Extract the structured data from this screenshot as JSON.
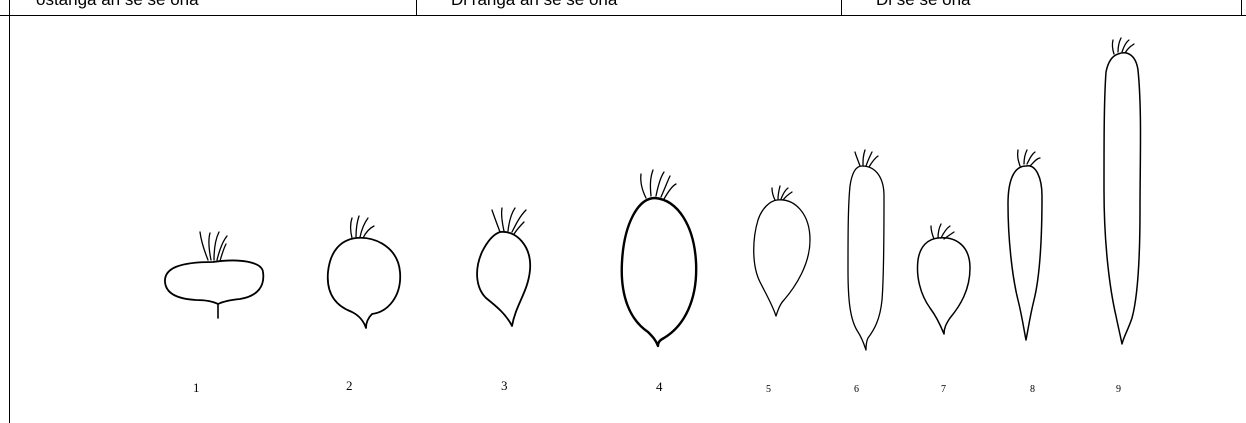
{
  "table_header": {
    "col1": "ostanga ari se se ona",
    "col2": "Di ranga ari se se ona",
    "col3": "Di se se ona"
  },
  "roots": [
    {
      "label": "1",
      "shape": "flat-round"
    },
    {
      "label": "2",
      "shape": "round"
    },
    {
      "label": "3",
      "shape": "round-obovate"
    },
    {
      "label": "4",
      "shape": "elliptic"
    },
    {
      "label": "5",
      "shape": "obovate"
    },
    {
      "label": "6",
      "shape": "cylindrical"
    },
    {
      "label": "7",
      "shape": "short-obovate"
    },
    {
      "label": "8",
      "shape": "long-conical"
    },
    {
      "label": "9",
      "shape": "long-cylindrical"
    }
  ]
}
